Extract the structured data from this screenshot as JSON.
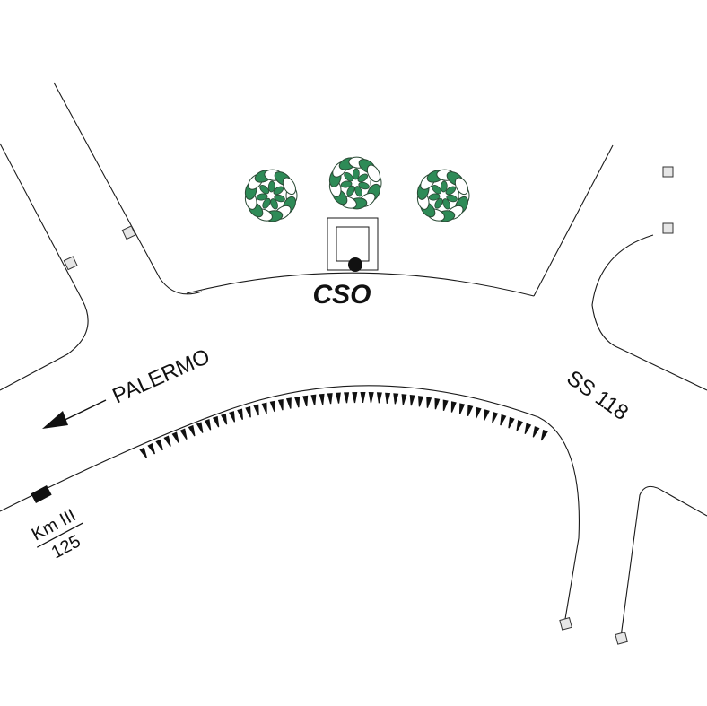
{
  "map": {
    "site_label": "CSO",
    "direction_label": "PALERMO",
    "road_label": "SS 118",
    "km_marker": {
      "top": "Km III",
      "bottom": "125"
    }
  },
  "colors": {
    "line": "#1a1a1a",
    "tree_outline": "#2a4a35",
    "tree_fill": "#2e8b57",
    "tree_light": "#ffffff",
    "post_fill": "#e6e6e6",
    "marker": "#111111"
  },
  "icons": [
    "tree-icon",
    "station-icon",
    "arrow-left-icon",
    "spike-icon",
    "post-icon",
    "km-stone-icon"
  ]
}
